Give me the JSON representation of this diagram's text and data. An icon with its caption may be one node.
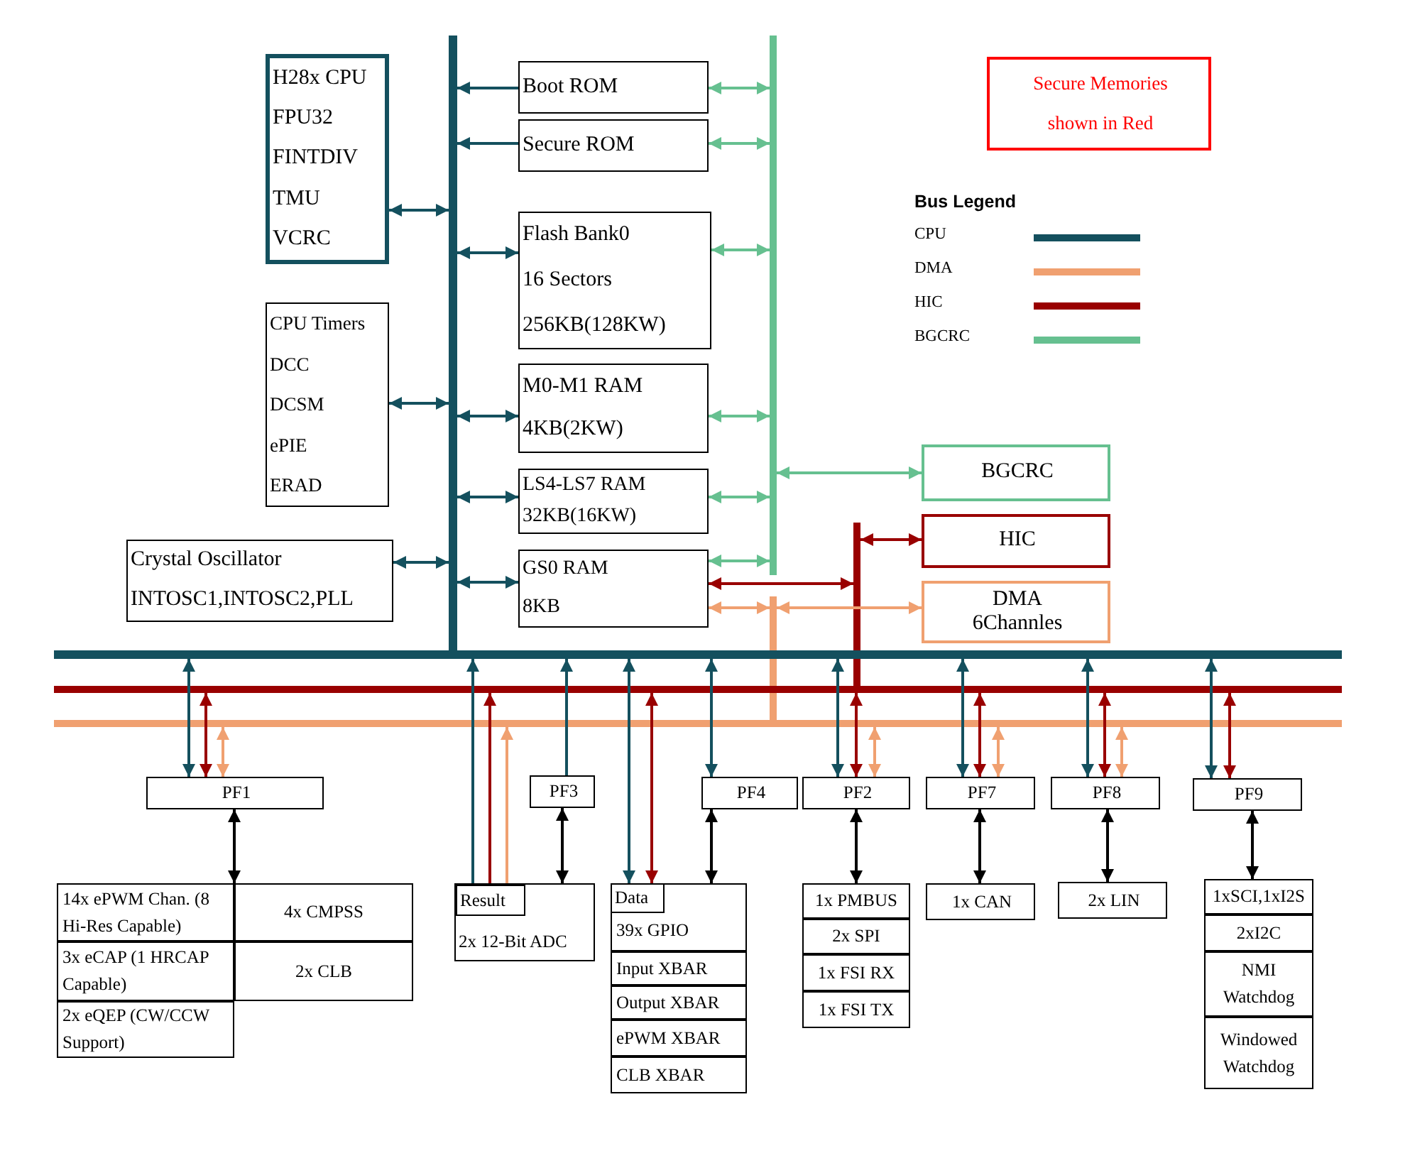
{
  "diagram": {
    "nodes": [
      {
        "text": [
          "H28x CPU",
          "FPU32",
          "FINTDIV",
          "TMU",
          "VCRC"
        ]
      },
      {
        "text": [
          "CPU Timers",
          "DCC",
          "DCSM",
          "ePIE",
          "ERAD"
        ]
      },
      {
        "text": [
          "Crystal Oscillator",
          "INTOSC1,INTOSC2,PLL"
        ]
      },
      {
        "text": [],
        "shape": "bar"
      },
      {
        "text": [
          "Boot ROM"
        ]
      },
      {
        "text": [
          "Secure ROM"
        ]
      },
      {
        "text": [
          "Flash Bank0",
          "16 Sectors",
          "256KB(128KW)"
        ]
      },
      {
        "text": [
          "M0-M1 RAM",
          "4KB(2KW)"
        ]
      },
      {
        "text": [
          "LS4-LS7 RAM",
          "32KB(16KW)"
        ]
      },
      {
        "text": [
          "GS0 RAM",
          "8KB"
        ]
      },
      {
        "text": [],
        "shape": "bar"
      },
      {
        "text": [
          "Secure Memories shown in Red"
        ]
      },
      {
        "text": [
          "BGCRC"
        ]
      },
      {
        "text": [],
        "shape": "bar"
      },
      {
        "text": [
          "HIC"
        ]
      },
      {
        "text": [],
        "shape": "bar"
      },
      {
        "text": [
          "DMA",
          "6Channles"
        ]
      },
      {
        "text": [
          "PF1"
        ]
      },
      {
        "text": [
          "14x ePWM Chan. (8 Hi-Res Capable)",
          "4x CMPSS",
          "3x eCAP (1 HRCAP Capable)",
          "2x CLB",
          "2x eQEP (CW/CCW Support)"
        ]
      },
      {
        "text": [
          "PF3"
        ]
      },
      {
        "text": [
          "2x 12-Bit ADC"
        ]
      },
      {
        "text": [
          "Result"
        ],
        "in": 20
      },
      {
        "text": [
          "PF4"
        ]
      },
      {
        "text": [
          "39x GPIO",
          "Input XBAR",
          "Output XBAR",
          "ePWM XBAR",
          "CLB XBAR"
        ]
      },
      {
        "text": [
          "Data"
        ],
        "in": 23
      },
      {
        "text": [
          "PF2"
        ]
      },
      {
        "text": [
          "1x PMBUS",
          "2x SPI",
          "1x FSI RX",
          "1x FSI TX"
        ]
      },
      {
        "text": [
          "PF7"
        ]
      },
      {
        "text": [
          "1x CAN"
        ]
      },
      {
        "text": [
          "PF8"
        ]
      },
      {
        "text": [
          "2x LIN"
        ]
      },
      {
        "text": [
          "PF9"
        ]
      },
      {
        "text": [
          "1xSCI,1xI2S",
          "2xI2C",
          "NMI Watchdog",
          "Windowed Watchdog"
        ]
      },
      {
        "text": [],
        "shape": "bar"
      },
      {
        "text": [],
        "shape": "bar"
      },
      {
        "text": [],
        "shape": "bar"
      }
    ],
    "edges": [
      {
        "from": 0,
        "to": 3,
        "arrow": "both"
      },
      {
        "from": 1,
        "to": 3,
        "arrow": "both"
      },
      {
        "from": 2,
        "to": 3,
        "arrow": "both"
      },
      {
        "from": 4,
        "to": 3,
        "arrow": "to"
      },
      {
        "from": 5,
        "to": 3,
        "arrow": "to"
      },
      {
        "from": 3,
        "to": 6,
        "arrow": "both"
      },
      {
        "from": 3,
        "to": 7,
        "arrow": "both"
      },
      {
        "from": 3,
        "to": 8,
        "arrow": "both"
      },
      {
        "from": 3,
        "to": 9,
        "arrow": "both"
      },
      {
        "from": 4,
        "to": 10,
        "arrow": "both",
        "color": "#66c090"
      },
      {
        "from": 5,
        "to": 10,
        "arrow": "both",
        "color": "#66c090"
      },
      {
        "from": 6,
        "to": 10,
        "arrow": "both",
        "color": "#66c090"
      },
      {
        "from": 7,
        "to": 10,
        "arrow": "both",
        "color": "#66c090"
      },
      {
        "from": 8,
        "to": 10,
        "arrow": "both",
        "color": "#66c090"
      },
      {
        "from": 9,
        "to": 10,
        "arrow": "both",
        "color": "#66c090"
      },
      {
        "from": 10,
        "to": 12,
        "arrow": "both",
        "color": "#66c090"
      },
      {
        "from": 9,
        "to": 13,
        "arrow": "both",
        "color": "#990000"
      },
      {
        "from": 13,
        "to": 14,
        "arrow": "both",
        "color": "#990000"
      },
      {
        "from": 9,
        "to": 15,
        "arrow": "both",
        "color": "#f0a070"
      },
      {
        "from": 15,
        "to": 16,
        "arrow": "both",
        "color": "#f0a070"
      },
      {
        "from": 33,
        "to": 17,
        "arrow": "both"
      },
      {
        "from": 34,
        "to": 17,
        "arrow": "both",
        "color": "#990000"
      },
      {
        "from": 35,
        "to": 17,
        "arrow": "both",
        "color": "#f0a070"
      },
      {
        "from": 17,
        "to": 18,
        "arrow": "both",
        "color": "#000000"
      },
      {
        "from": 21,
        "to": 33,
        "arrow": "to"
      },
      {
        "from": 21,
        "to": 34,
        "arrow": "to",
        "color": "#990000"
      },
      {
        "from": 21,
        "to": 35,
        "arrow": "to",
        "color": "#f0a070"
      },
      {
        "from": 19,
        "to": 33,
        "arrow": "to"
      },
      {
        "from": 19,
        "to": 20,
        "arrow": "both",
        "color": "#000000"
      },
      {
        "from": 33,
        "to": 24,
        "arrow": "both"
      },
      {
        "from": 34,
        "to": 24,
        "arrow": "both",
        "color": "#990000"
      },
      {
        "from": 33,
        "to": 22,
        "arrow": "both"
      },
      {
        "from": 22,
        "to": 23,
        "arrow": "both",
        "color": "#000000"
      },
      {
        "from": 33,
        "to": 25,
        "arrow": "both"
      },
      {
        "from": 34,
        "to": 25,
        "arrow": "both",
        "color": "#990000"
      },
      {
        "from": 35,
        "to": 25,
        "arrow": "both",
        "color": "#f0a070"
      },
      {
        "from": 25,
        "to": 26,
        "arrow": "both",
        "color": "#000000"
      },
      {
        "from": 33,
        "to": 27,
        "arrow": "both"
      },
      {
        "from": 34,
        "to": 27,
        "arrow": "both",
        "color": "#990000"
      },
      {
        "from": 35,
        "to": 27,
        "arrow": "both",
        "color": "#f0a070"
      },
      {
        "from": 27,
        "to": 28,
        "arrow": "both",
        "color": "#000000"
      },
      {
        "from": 33,
        "to": 29,
        "arrow": "both"
      },
      {
        "from": 34,
        "to": 29,
        "arrow": "both",
        "color": "#990000"
      },
      {
        "from": 35,
        "to": 29,
        "arrow": "both",
        "color": "#f0a070"
      },
      {
        "from": 29,
        "to": 30,
        "arrow": "both",
        "color": "#000000"
      },
      {
        "from": 33,
        "to": 31,
        "arrow": "both"
      },
      {
        "from": 34,
        "to": 31,
        "arrow": "both",
        "color": "#990000"
      },
      {
        "from": 31,
        "to": 32,
        "arrow": "both",
        "color": "#000000"
      }
    ],
    "labels": [
      "Bus Legend"
    ],
    "legend": [
      {
        "text": "CPU"
      },
      {
        "text": "DMA"
      },
      {
        "text": "HIC"
      },
      {
        "text": "BGCRC"
      }
    ]
  }
}
